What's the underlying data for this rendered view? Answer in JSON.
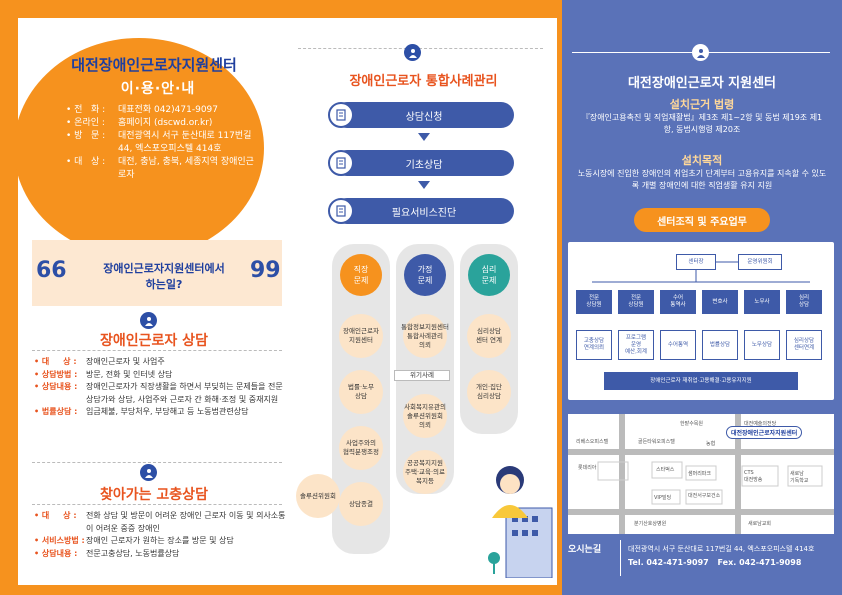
{
  "left": {
    "title": "대전장애인근로자지원센터",
    "subtitle": "이·용·안·내",
    "info": [
      {
        "k": "• 전   화 :",
        "v": "대표전화 042)471-9097"
      },
      {
        "k": "• 온라인 :",
        "v": "홈페이지 (dscwd.or.kr)"
      },
      {
        "k": "• 방   문 :",
        "v": "대전광역시 서구 둔산대로 117번길 44, 엑스포오피스텔 414호"
      },
      {
        "k": "• 대   상 :",
        "v": "대전, 충남, 충북, 세종지역 장애인근로자"
      }
    ],
    "quote_open": "66",
    "quote_close": "99",
    "question_line1": "장애인근로자지원센터에서",
    "question_line2": "하는일?",
    "section1": {
      "title": "장애인근로자 상담",
      "rows": [
        {
          "k": "• 대     상 :",
          "v": "장애인근로자 및 사업주"
        },
        {
          "k": "• 상담방법 :",
          "v": "방문, 전화 및 인터넷 상담"
        },
        {
          "k": "• 상담내용 :",
          "v": "장애인근로자가 직장생활을 하면서 부딪히는 문제들을 전문 상담가와 상담, 사업주와 근로자 간 화해·조정 및 중재지원"
        },
        {
          "k": "• 법률상담 :",
          "v": "임금체불, 부당처우, 부당해고 등 노동법관련상담"
        }
      ]
    },
    "section2": {
      "title": "찾아가는 고충상담",
      "rows": [
        {
          "k": "• 대     상 :",
          "v": "전화 상담 및 방문이 어려운 장애인 근로자 이동 및 의사소통이 어려운 중증 장애인"
        },
        {
          "k": "• 서비스방법 :",
          "v": "장애인 근로자가 원하는 장소를 방문 및 상담"
        },
        {
          "k": "• 상담내용 :",
          "v": "전문고충상담, 노동법률상담"
        }
      ]
    }
  },
  "middle": {
    "title": "장애인근로자 통합사례관리",
    "steps": [
      "상담신청",
      "기초상담",
      "필요서비스진단"
    ],
    "columns": [
      {
        "label": "직장\n문제",
        "color": "#f6921e",
        "items": [
          "장애인근로자\n지원센터",
          "법률·노무\n상담",
          "사업주와의\n협력분쟁조정",
          "상담종결"
        ]
      },
      {
        "label": "가정\n문제",
        "color": "#3e5aa8",
        "items": [
          "통합정보지원센터\n통합사례관리\n의뢰",
          "사회복지유관의\n솔루션위원회\n의뢰",
          "공공복지지원\n주택·교육·의료\n복지등"
        ]
      },
      {
        "label": "심리\n문제",
        "color": "#2aa39b",
        "items": [
          "심리상담\n센터 연계",
          "개인·집단\n심리상담"
        ]
      }
    ],
    "crisis_label": "위기사례",
    "solution_label": "솔루션위원회"
  },
  "right": {
    "title": "대전장애인근로자 지원센터",
    "basis_title": "설치근거 법령",
    "basis_text": "『장애인고용촉진 및 직업재활법』제3조 제1~2항 및 동법 제19조 제1항, 동법시행령 제20조",
    "purpose_title": "설치목적",
    "purpose_text": "노동시장에 진입한 장애인의 취업초기 단계부터 고용유지를 지속할 수 있도록 개별 장애인에 대한 직업생활 유지 지원",
    "org_button": "센터조직 및 주요업무",
    "org": {
      "head": "센터장",
      "committee": "운영위원회",
      "row1": [
        "전문\n상담원",
        "전문\n상담원",
        "수어\n통역사",
        "변호사",
        "노무사",
        "심리\n상담"
      ],
      "row2": [
        "고충상담\n연계의뢰",
        "프로그램\n운영\n예산,회계",
        "수어통역",
        "법률상담",
        "노무상담",
        "심리상담\n센터연계"
      ],
      "footer": "장애인근로자 재취업·고용해결·고용유지지원"
    },
    "map": {
      "center": "대전장애인근로자지원센터",
      "labels": [
        "한밭수목원",
        "대전예술의전당",
        "리베스오피스텔",
        "골든타워오피스텔",
        "농협",
        "스타벅스",
        "샘머리파크",
        "CTS\n대전방송",
        "새로남\n기독학교",
        "VIP빌딩",
        "대전서구보건소",
        "롯데리아",
        "분기산호상병원",
        "새로남교회"
      ]
    },
    "directions_label": "오시는길",
    "address": "대전광역시 서구 둔산대로 117번길 44, 엑스포오피스텔 414호",
    "tel_label": "Tel.",
    "tel": "042-471-9097",
    "fax_label": "Fex.",
    "fax": "042-471-9098"
  }
}
